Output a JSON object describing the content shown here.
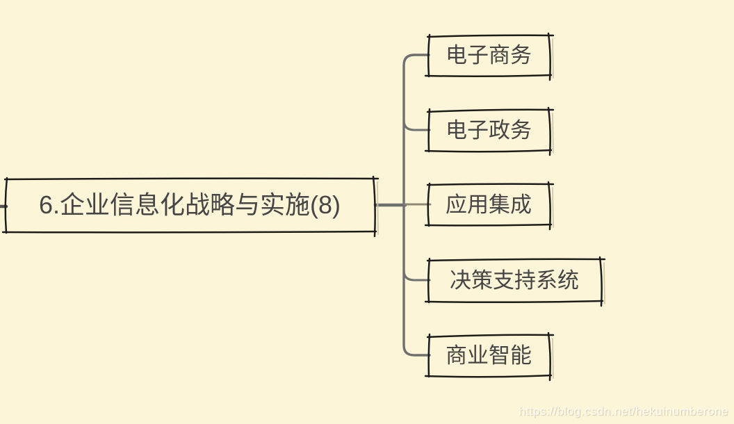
{
  "page": {
    "background_color": "#FDF5D7",
    "border_color": "#1c1c1c",
    "text_color": "#454545",
    "connector_color": "#6f6f6f"
  },
  "mindmap": {
    "root": {
      "label": "6.企业信息化战略与实施(8)"
    },
    "children": [
      {
        "label": "电子商务"
      },
      {
        "label": "电子政务"
      },
      {
        "label": "应用集成"
      },
      {
        "label": "决策支持系统"
      },
      {
        "label": "商业智能"
      }
    ]
  },
  "watermark": {
    "text": "https://blog.csdn.net/hekuinumberone"
  }
}
